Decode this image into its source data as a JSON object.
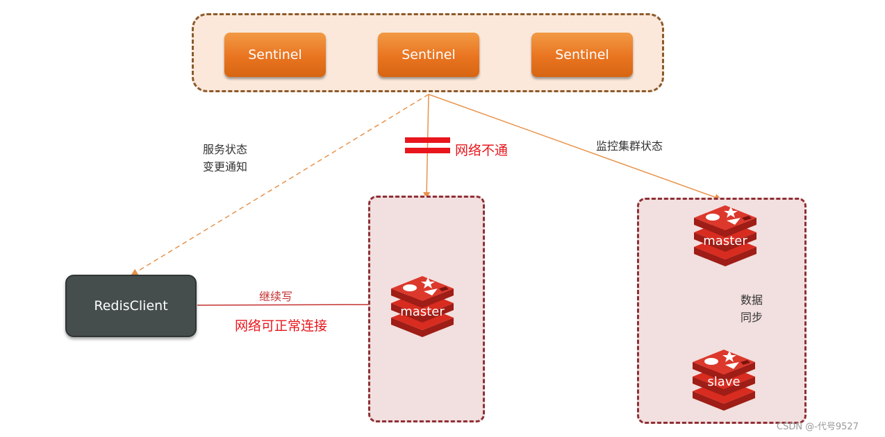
{
  "sentinels": [
    {
      "label": "Sentinel"
    },
    {
      "label": "Sentinel"
    },
    {
      "label": "Sentinel"
    }
  ],
  "client": {
    "label": "RedisClient"
  },
  "labels": {
    "notify_line1": "服务状态",
    "notify_line2": "变更通知",
    "network_down": "网络不通",
    "monitor": "监控集群状态",
    "continue_write": "继续写",
    "network_ok": "网络可正常连接",
    "sync_line1": "数据",
    "sync_line2": "同步"
  },
  "nodes": {
    "old_master": "master",
    "new_master": "master",
    "slave": "slave"
  },
  "watermark": "CSDN @-代号9527",
  "colors": {
    "sentinel_orange": "#e97420",
    "group_fill": "#fbe8da",
    "group_border": "#8b5a2b",
    "node_box_fill": "#f2dfdf",
    "node_box_border": "#8e2f35",
    "client_fill": "#464d4d",
    "redis_red": "#d82c20",
    "alert_red": "#e8161c",
    "arrow_orange": "#e8924a",
    "arrow_red": "#c53030"
  },
  "icons": {
    "redis": "redis-logo-icon",
    "cut": "network-cut-icon"
  }
}
